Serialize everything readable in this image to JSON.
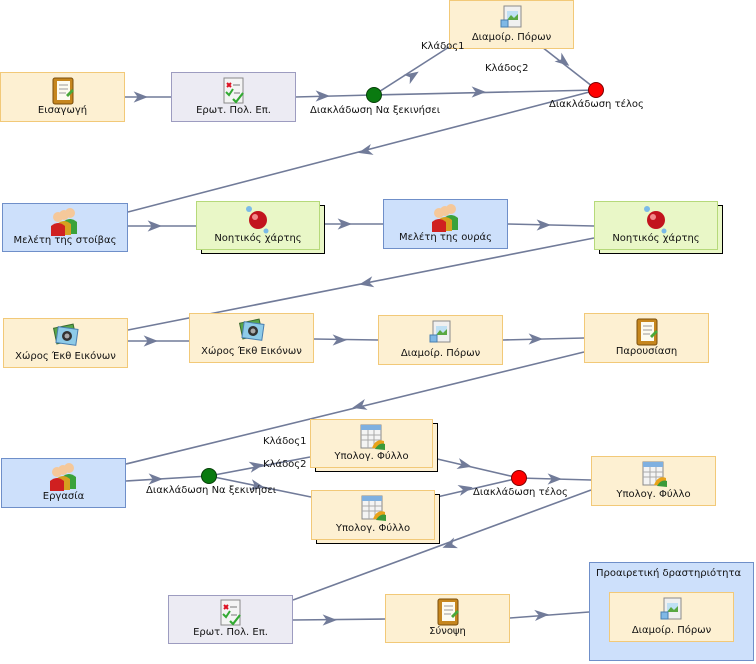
{
  "activities": {
    "intro": "Εισαγωγή",
    "quiz1": "Ερωτ. Πολ. Επ.",
    "resource1": "Διαμοίρ. Πόρων",
    "study1": "Μελέτη της στοίβας",
    "mindmap1": "Νοητικός χάρτης",
    "study2": "Μελέτη της ουράς",
    "mindmap2": "Νοητικός χάρτης",
    "gallery1": "Χώρος Έκθ Εικόνων",
    "gallery2": "Χώρος Έκθ Εικόνων",
    "resource2": "Διαμοίρ. Πόρων",
    "presentation": "Παρουσίαση",
    "work": "Εργασία",
    "sheet1": "Υπολογ. Φύλλο",
    "sheet2": "Υπολογ. Φύλλο",
    "sheet3": "Υπολογ. Φύλλο",
    "quiz2": "Ερωτ. Πολ. Επ.",
    "summary": "Σύνοψη",
    "optional_title": "Προαιρετική δραστηριότητα",
    "resource3": "Διαμοίρ. Πόρων"
  },
  "branching": {
    "start1": "Διακλάδωση Να ξεκινήσει",
    "end1": "Διακλάδωση τέλος",
    "branch1_a": "Κλάδος1",
    "branch1_b": "Κλάδος2",
    "start2": "Διακλάδωση Να ξεκινήσει",
    "end2": "Διακλάδωση τέλος",
    "branch2_a": "Κλάδος1",
    "branch2_b": "Κλάδος2"
  },
  "colors": {
    "start_node": "#0a7a10",
    "end_node": "#ff0000",
    "connector": "#717b99"
  },
  "icons": {
    "intro": "notebook-icon",
    "quiz": "checklist-icon",
    "resource": "photo-document-icon",
    "group": "people-icon",
    "mindmap": "bubbles-icon",
    "gallery": "photo-stack-icon",
    "sheet": "spreadsheet-icon"
  }
}
